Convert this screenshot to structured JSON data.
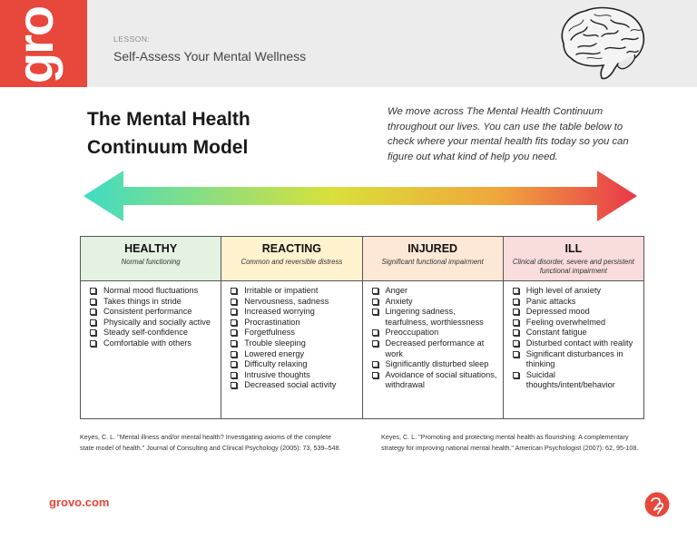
{
  "header": {
    "logo_text": "gro",
    "lesson_label": "LESSON:",
    "lesson_title": "Self-Assess Your Mental Wellness",
    "brain_icon": "brain-icon"
  },
  "main": {
    "title_line1": "The Mental Health",
    "title_line2": "Continuum Model",
    "intro": "We move across The Mental Health Continuum throughout our lives. You can use the table below to check where your mental health fits today so you can figure out what kind of help you need."
  },
  "arrow": {
    "colors": [
      "#3fdcc4",
      "#d9e03a",
      "#f0a63c",
      "#e8384a"
    ]
  },
  "table": {
    "columns": [
      {
        "heading": "HEALTHY",
        "subheading": "Normal functioning",
        "color": "#e3f2e1",
        "items": [
          "Normal mood fluctuations",
          "Takes things in stride",
          "Consistent performance",
          "Physically and socially active",
          "Steady self-confidence",
          "Comfortable with others"
        ]
      },
      {
        "heading": "REACTING",
        "subheading": "Common and reversible distress",
        "color": "#fff2cf",
        "items": [
          "Irritable or impatient",
          "Nervousness, sadness",
          "Increased worrying",
          "Procrastination",
          "Forgetfulness",
          "Trouble sleeping",
          "Lowered energy",
          "Difficulty relaxing",
          "Intrusive thoughts",
          "Decreased social activity"
        ]
      },
      {
        "heading": "INJURED",
        "subheading": "Significant functional impairment",
        "color": "#fde8d6",
        "items": [
          "Anger",
          "Anxiety",
          "Lingering sadness, tearfulness, worthlessness",
          "Preoccupation",
          "Decreased performance at work",
          "Significantly disturbed sleep",
          "Avoidance of social situations, withdrawal"
        ]
      },
      {
        "heading": "ILL",
        "subheading": "Clinical disorder, severe and persistent functional impairment",
        "color": "#f9dcdc",
        "items": [
          "High level of anxiety",
          "Panic attacks",
          "Depressed mood",
          "Feeling overwhelmed",
          "Constant fatigue",
          "Disturbed contact with reality",
          "Significant disturbances in thinking",
          "Suicidal thoughts/intent/behavior"
        ]
      }
    ]
  },
  "references": {
    "left": "Keyes, C. L. \"Mental illness and/or mental health? Investigating axioms of the complete state model of health.\" Journal of Consulting and Clinical Psychology (2005): 73, 539–548.",
    "right": "Keyes, C. L. \"Promoting and protecting mental health as flourishing: A complementary strategy for improving national mental health.\" American Psychologist (2007): 62, 95-108."
  },
  "footer": {
    "url": "grovo.com",
    "mark_icon": "grovo-mark-icon",
    "brand_color": "#e8473b"
  }
}
